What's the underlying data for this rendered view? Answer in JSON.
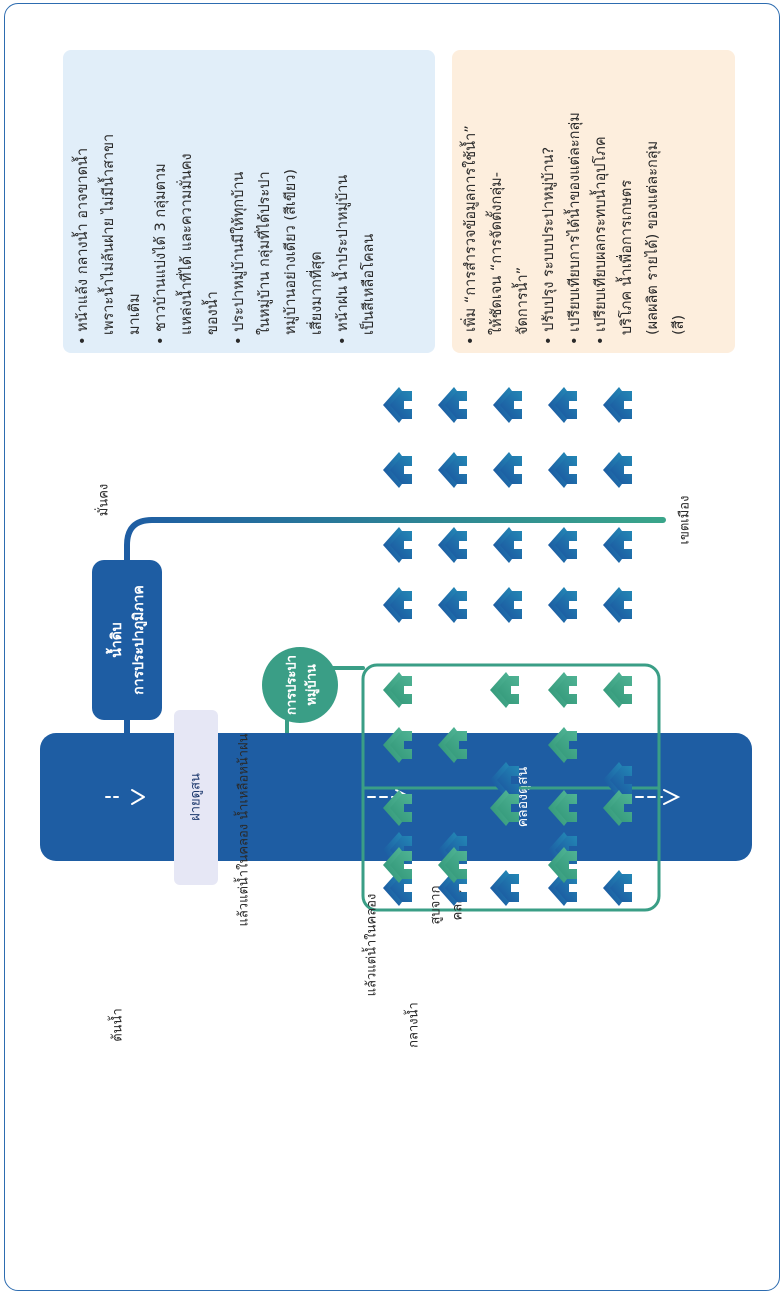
{
  "colors": {
    "dark_blue": "#1e5da3",
    "green": "#3a9e86",
    "text": "#2a2a2a",
    "box_blue_bg": "#e1eef9",
    "box_orange_bg": "#fdeedd",
    "pill_bg": "#e6e7f5",
    "frame": "#2d6cb0"
  },
  "labels": {
    "source": "ต้นน้ำ",
    "dam": "ฝายดูสน",
    "midstream": "กลางน้ำ",
    "canal": "คลองดูสน",
    "regional_waterworks": "การประปาภูมิภาค",
    "raw_water": "น้ำดิบ",
    "stable": "มั่นคง",
    "village_waterworks": "การประปาหมู่บ้าน",
    "canal_and_rain": "แล้วแต่น้ำในคลอง น้ำเหลือหน้าฝน",
    "canal_only": "แล้วแต่น้ำในคลอง",
    "pump_from_canal": "สูบจากคลอง",
    "municipal": "เขตเมือง"
  },
  "info_boxes": {
    "problems": [
      "หน้าแล้ง กลางน้ำ อาจขาดน้ำ เพราะน้ำไม่ล้นฝาย ไม่มีน้ำสาขามาเติม",
      "ชาวบ้านแบ่งได้ 3 กลุ่มตามแหล่งน้ำที่ได้ และความมั่นคงของน้ำ",
      "ประปาหมู่บ้านมีให้ทุกบ้านในหมู่บ้าน กลุ่มที่ได้ประปาหมู่บ้านอย่างเดียว (สีเขียว) เสี่ยงมากที่สุด",
      "หน้าฝน น้ำประปาหมู่บ้านเป็นสีเหลือโคลน"
    ],
    "solutions": [
      "เพิ่ม “การสำรวจข้อมูลการใช้น้ำ” ให้ชัดเจน “การจัดตั้งกลุ่ม-จัดการน้ำ”",
      "ปรับปรุง ระบบประปาหมู่บ้าน?",
      "เปรียบเทียบการได้น้ำของแต่ละกลุ่ม",
      "เปรียบเทียบผลกระทบน้ำอุปโภคบริโภค น้ำเพื่อการเกษตร (ผลผลิต รายได้) ของแต่ละกลุ่ม (สี)"
    ]
  },
  "icons": {
    "arrow": "dashed-right-arrow-icon",
    "house": "house-icon"
  }
}
